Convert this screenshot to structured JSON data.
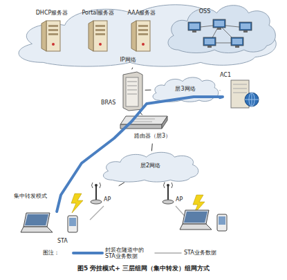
{
  "diagram": {
    "caption": "图5 旁挂模式+ 三层组网（集中转发）组网方式",
    "nodes": [
      {
        "text": [
          "IP网络"
        ]
      },
      {
        "text": [
          "DHCP服务器"
        ],
        "in": 0
      },
      {
        "text": [
          "Portal服务器"
        ],
        "in": 0
      },
      {
        "text": [
          "AAA服务器"
        ],
        "in": 0
      },
      {
        "text": [
          "OSS"
        ],
        "in": 0
      },
      {
        "text": [
          "BRAS"
        ]
      },
      {
        "text": [
          "层3网络"
        ]
      },
      {
        "text": [
          "AC1"
        ]
      },
      {
        "text": [
          "路由器（层3）"
        ]
      },
      {
        "text": [
          "层2网络"
        ]
      },
      {
        "text": [
          "AP"
        ]
      },
      {
        "text": [
          "AP"
        ]
      },
      {
        "text": [
          "STA"
        ]
      }
    ],
    "edges": [
      {
        "from": 5,
        "to": 0,
        "arrow": "none"
      },
      {
        "from": 5,
        "to": 6,
        "arrow": "none"
      },
      {
        "from": 6,
        "to": 7,
        "arrow": "none"
      },
      {
        "from": 5,
        "to": 8,
        "arrow": "none"
      },
      {
        "from": 8,
        "to": 9,
        "arrow": "none"
      },
      {
        "from": 9,
        "to": 10,
        "arrow": "none"
      },
      {
        "from": 9,
        "to": 11,
        "arrow": "none"
      },
      {
        "from": 12,
        "to": 7,
        "arrow": "none"
      }
    ],
    "labels": [
      "集中转发模式",
      "图注："
    ],
    "legend": [
      {
        "text": "封装在隧道中的 STA业务数据"
      },
      {
        "text": "STA业务数据"
      }
    ]
  }
}
